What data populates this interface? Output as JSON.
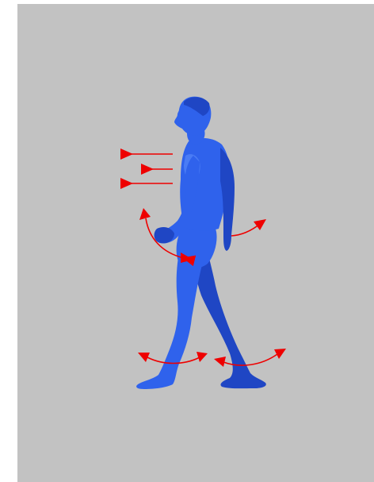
{
  "scene": {
    "background_color": "#ffffff",
    "panel_color": "#c2c2c2",
    "figure_color": "#2f62ec",
    "figure_shadow_color": "#1f46c4",
    "figure_highlight_color": "#4a7cf5",
    "arrow_color": "#ee0000",
    "subject": "walking-human-figure",
    "motion_arrows": [
      "torso-forward-arrow-top",
      "torso-forward-arrow-middle",
      "torso-forward-arrow-bottom",
      "front-arm-swing-arc",
      "back-arm-swing-arc",
      "front-foot-swing-arc",
      "back-foot-swing-arc"
    ]
  }
}
